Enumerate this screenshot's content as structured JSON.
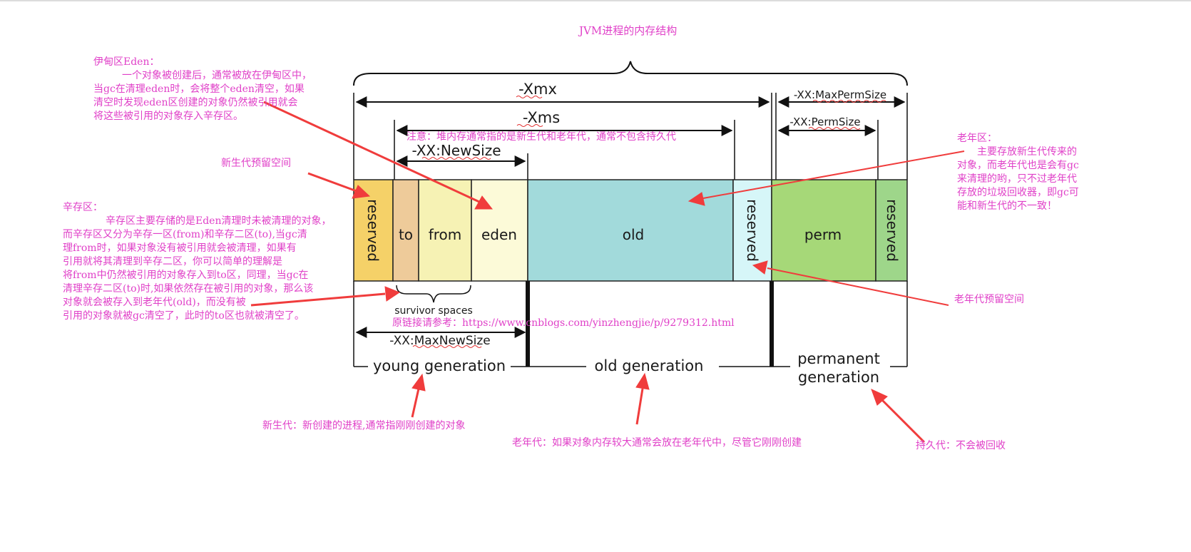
{
  "title": "JVM进程的内存结构",
  "colors": {
    "annotation": "#e040c8",
    "arrow": "#f03c3c",
    "reserved_young": "#f5d168",
    "to": "#eecb9a",
    "from": "#f6f2b4",
    "eden": "#fcfad8",
    "old": "#a2dadb",
    "reserved_old": "#d6f6f8",
    "perm": "#a6d878",
    "reserved_perm": "#9ed68a"
  },
  "segments": {
    "reserved_young": "reserved",
    "to": "to",
    "from": "from",
    "eden": "eden",
    "old": "old",
    "reserved_old": "reserved",
    "perm": "perm",
    "reserved_perm": "reserved"
  },
  "dimension_labels": {
    "xmx": "-Xmx",
    "xms": "-Xms",
    "newsize": "-XX:NewSize",
    "maxpermsize": "-XX:MaxPermSize",
    "permsize": "-XX:PermSize",
    "maxnewsize": "-XX:MaxNewSize"
  },
  "generations": {
    "survivor": "survivor spaces",
    "young": "young generation",
    "old": "old generation",
    "permanent_line1": "permanent",
    "permanent_line2": "generation"
  },
  "notes": {
    "eden": {
      "title": "伊甸区Eden：",
      "lines": [
        "一个对象被创建后，通常被放在伊甸区中，",
        "当gc在清理eden时，会将整个eden清空，如果",
        "清空时发现eden区创建的对象仍然被引用就会",
        "将这些被引用的对象存入辛存区。"
      ]
    },
    "heap": "注意：堆内存通常指的是新生代和老年代，通常不包含持久代",
    "young_reserved": "新生代预留空间",
    "survivor": {
      "title": "辛存区：",
      "lines": [
        "辛存区主要存储的是Eden清理时未被清理的对象，",
        "而辛存区又分为辛存一区(from)和辛存二区(to),当gc清",
        "理from时，如果对象没有被引用就会被清理，如果有",
        "引用就将其清理到辛存二区，你可以简单的理解是",
        "将from中仍然被引用的对象存入到to区，同理，当gc在",
        "清理辛存二区(to)时,如果依然存在被引用的对象，那么该",
        "对象就会被存入到老年代(old)，而没有被",
        "引用的对象就被gc清空了，此时的to区也就被清空了。"
      ]
    },
    "link": "原链接请参考：https://www.cnblogs.com/yinzhengjie/p/9279312.html",
    "old": {
      "title": "老年区：",
      "lines": [
        "主要存放新生代传来的",
        "对象，而老年代也是会有gc",
        "来清理的哟，只不过老年代",
        "存放的垃圾回收器，即gc可",
        "能和新生代的不一致！"
      ]
    },
    "old_reserved": "老年代预留空间",
    "young_gen": "新生代：新创建的进程,通常指刚刚创建的对象",
    "old_gen": "老年代：如果对象内存较大通常会放在老年代中，尽管它刚刚创建",
    "perm_gen": "持久代：不会被回收"
  }
}
